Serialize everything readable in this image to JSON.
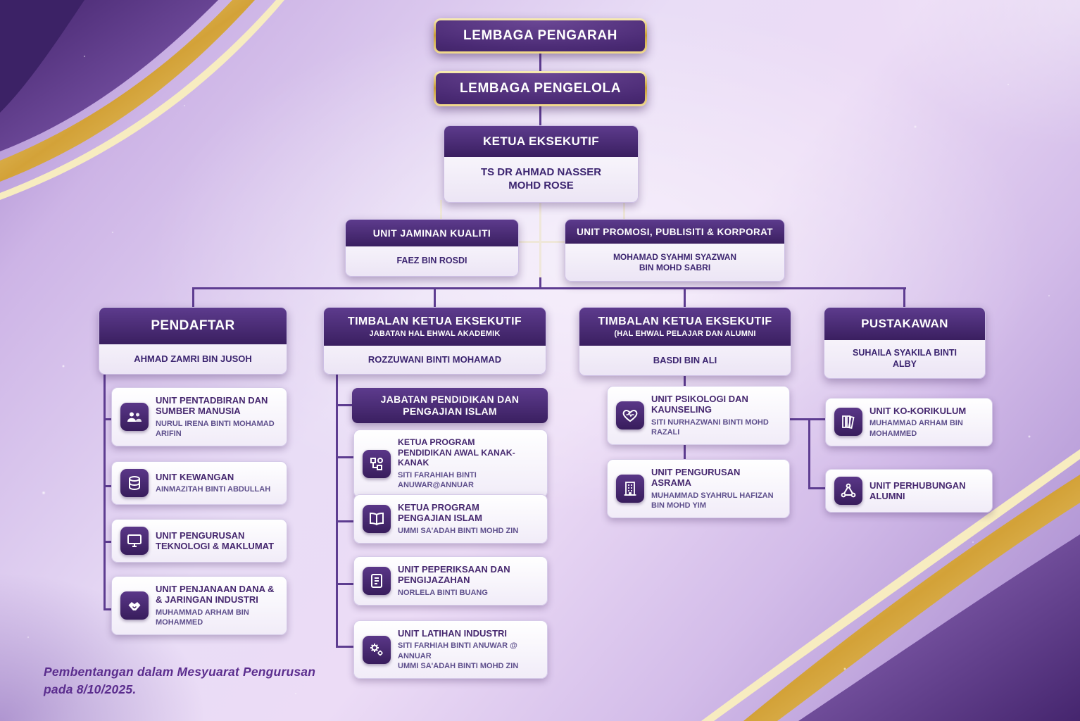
{
  "colors": {
    "deep_purple": "#46286f",
    "header_purple": "#3a1f60",
    "gold": "#d8ab42",
    "background_lavender": "#d9c6ec",
    "connector_purple": "#5e3d91"
  },
  "title_nodes": {
    "lembaga_pengarah": "LEMBAGA PENGARAH",
    "lembaga_pengelola": "LEMBAGA PENGELOLA",
    "ketua_eksekutif_title": "KETUA EKSEKUTIF",
    "ketua_eksekutif_name": "TS DR AHMAD NASSER MOHD ROSE"
  },
  "staff_units": [
    {
      "title": "UNIT JAMINAN KUALITI",
      "name": "FAEZ BIN ROSDI"
    },
    {
      "title": "UNIT PROMOSI, PUBLISITI & KORPORAT",
      "name": "MOHAMAD SYAHMI SYAZWAN BIN MOHD SABRI"
    }
  ],
  "columns": [
    {
      "title": "PENDAFTAR",
      "name": "AHMAD ZAMRI BIN JUSOH",
      "units": [
        {
          "icon": "people-icon",
          "line1": "UNIT PENTADBIRAN DAN",
          "line2": "SUMBER MANUSIA",
          "name": "NURUL IRENA BINTI MOHAMAD ARIFIN"
        },
        {
          "icon": "coins-icon",
          "line1": "UNIT KEWANGAN",
          "name": "AINMAZITAH BINTI ABDULLAH"
        },
        {
          "icon": "monitor-icon",
          "line1": "UNIT PENGURUSAN",
          "line2": "TEKNOLOGI & MAKLUMAT"
        },
        {
          "icon": "handshake-icon",
          "line1": "UNIT PENJANAAN DANA &",
          "line2": "& JARINGAN INDUSTRI",
          "name": "MUHAMMAD ARHAM BIN MOHAMMED"
        }
      ]
    },
    {
      "title": "TIMBALAN KETUA EKSEKUTIF",
      "subtitle": "JABATAN HAL EHWAL AKADEMIK",
      "name": "ROZZUWANI BINTI MOHAMAD",
      "department_header": "JABATAN PENDIDIKAN DAN PENGAJIAN ISLAM",
      "units": [
        {
          "icon": "blocks-icon",
          "line1": "KETUA PROGRAM",
          "line2": "PENDIDIKAN AWAL KANAK-KANAK",
          "name": "SITI FARAHIAH BINTI ANUWAR@ANNUAR"
        },
        {
          "icon": "open-book-icon",
          "line1": "KETUA PROGRAM",
          "line2": "PENGAJIAN ISLAM",
          "name": "UMMI SA'ADAH BINTI MOHD ZIN"
        },
        {
          "icon": "document-icon",
          "line1": "UNIT PEPERIKSAAN DAN",
          "line2": "PENGIJAZAHAN",
          "name": "NORLELA BINTI BUANG"
        },
        {
          "icon": "gears-icon",
          "line1": "UNIT LATIHAN INDUSTRI",
          "name": "SITI FARHIAH BINTI ANUWAR @ ANNUAR",
          "name2": "UMMI SA'ADAH BINTI MOHD ZIN"
        }
      ]
    },
    {
      "title": "TIMBALAN KETUA EKSEKUTIF",
      "subtitle": "(HAL EHWAL PELAJAR DAN ALUMNI",
      "name": "BASDI BIN ALI",
      "units": [
        {
          "icon": "heart-care-icon",
          "line1": "UNIT PSIKOLOGI DAN",
          "line2": "KAUNSELING",
          "name": "SITI NURHAZWANI BINTI MOHD RAZALI"
        },
        {
          "icon": "building-icon",
          "line1": "UNIT PENGURUSAN",
          "line2": "ASRAMA",
          "name": "MUHAMMAD SYAHRUL HAFIZAN BIN MOHD YIM"
        }
      ]
    },
    {
      "title": "PUSTAKAWAN",
      "name": "SUHAILA SYAKILA BINTI ALBY",
      "units": [
        {
          "icon": "books-icon",
          "line1": "UNIT KO-KORIKULUM",
          "name": "MUHAMMAD ARHAM BIN MOHAMMED"
        },
        {
          "icon": "network-icon",
          "line1": "UNIT PERHUBUNGAN",
          "line2": "ALUMNI"
        }
      ]
    }
  ],
  "footnote": {
    "line1": "Pembentangan dalam Mesyuarat Pengurusan",
    "line2": "pada 8/10/2025."
  }
}
